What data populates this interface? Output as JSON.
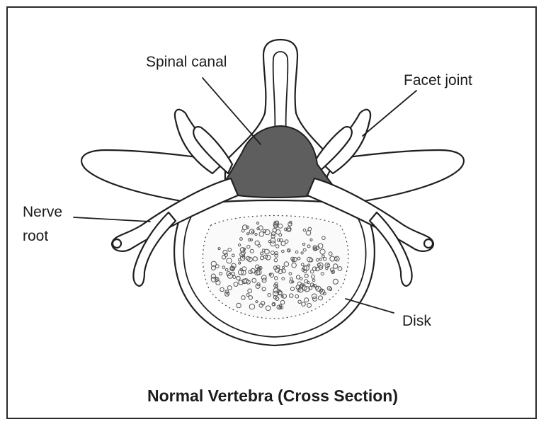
{
  "labels": {
    "spinal_canal": "Spinal canal",
    "facet_joint": "Facet joint",
    "nerve_root_line1": "Nerve",
    "nerve_root_line2": "root",
    "disk": "Disk"
  },
  "title": "Normal Vertebra (Cross Section)",
  "colors": {
    "outline": "#1f1f1f",
    "canal_fill": "#5e5e5e",
    "background": "#ffffff"
  }
}
